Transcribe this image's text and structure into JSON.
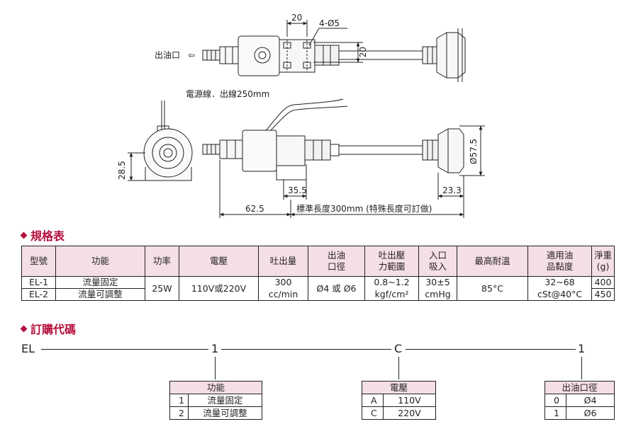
{
  "drawing": {
    "outlet_label": "出油口",
    "outlet_arrow": "⇦",
    "dim_20_top": "20",
    "dim_holes": "4-Ø5",
    "dim_20_side": "20",
    "cable_label": "電源線．出線250mm",
    "dim_28_5": "28.5",
    "dim_57_5": "Ø57.5",
    "dim_35_5": "35.5",
    "dim_23_3": "23.3",
    "dim_62_5": "62.5",
    "std_length": "標準長度300mm (特殊長度可訂做)"
  },
  "spec": {
    "title": "規格表",
    "headers": [
      "型號",
      "功能",
      "功率",
      "電壓",
      "吐出量",
      "出油\n口徑",
      "吐出壓\n力範圍",
      "入口\n吸入",
      "最高耐溫",
      "適用油\n品黏度",
      "淨重\n(g)"
    ],
    "rows": [
      {
        "model": "EL-1",
        "function": "流量固定",
        "weight": "400"
      },
      {
        "model": "EL-2",
        "function": "流量可調整",
        "weight": "450"
      }
    ],
    "power": "25W",
    "voltage": "110V或220V",
    "flow_value": "300",
    "flow_unit": "cc/min",
    "outlet_dia": "Ø4 或 Ø6",
    "pressure_value": "0.8~1.2",
    "pressure_unit": "kgf/cm²",
    "inlet_value": "30±5",
    "inlet_unit": "cmHg",
    "max_temp": "85°C",
    "viscosity_value": "32~68",
    "viscosity_unit": "cSt@40°C"
  },
  "order": {
    "title": "訂購代碼",
    "code_prefix": "EL",
    "code_1": "1",
    "code_2": "C",
    "code_3": "1",
    "function_table": {
      "header": "功能",
      "rows": [
        {
          "k": "1",
          "v": "流量固定"
        },
        {
          "k": "2",
          "v": "流量可調整"
        }
      ]
    },
    "voltage_table": {
      "header": "電壓",
      "rows": [
        {
          "k": "A",
          "v": "110V"
        },
        {
          "k": "C",
          "v": "220V"
        }
      ]
    },
    "outlet_table": {
      "header": "出油口徑",
      "rows": [
        {
          "k": "0",
          "v": "Ø4"
        },
        {
          "k": "1",
          "v": "Ø6"
        }
      ]
    }
  },
  "colors": {
    "accent": "#b5103e",
    "header_bg": "#f4dfe6",
    "line": "#231f20"
  }
}
